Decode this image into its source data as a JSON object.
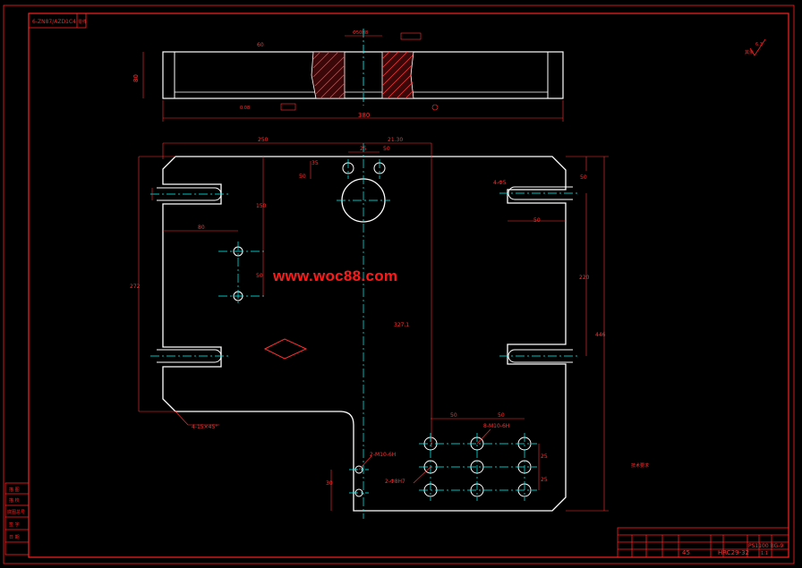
{
  "colors": {
    "background": "#000000",
    "frame": "#ff2020",
    "part": "#ffffff",
    "centerline": "#00ffff",
    "dimension": "#ff3030",
    "hatch": "#ff4040"
  },
  "header_tag": {
    "code": "6-ZN87/AZD1C4",
    "box": "零件"
  },
  "watermark": "www.woc88.com",
  "top_view": {
    "dim_left": "80",
    "dim_width": "380",
    "dim_bore": "Φ50H8",
    "dim_top": "60"
  },
  "plan_view": {
    "dim_250": "250",
    "dim_2130": "21.30",
    "dim_25": "25",
    "dim_50a": "50",
    "dim_50b": "50",
    "dim_35": "35",
    "dim_80": "80",
    "dim_150": "150",
    "dim_50c": "50",
    "dim_272": "272",
    "dim_220": "220",
    "dim_446": "446",
    "dim_50d": "50",
    "dim_50e": "50",
    "dim_3271": "327.1",
    "holes_label": "4-Φ5",
    "corner_label": "4-15×45°",
    "bolt_label": "8-M10-6H",
    "pin_label": "2-Φ8H7",
    "m10_label": "2-M10-6H",
    "dim_bot_50a": "50",
    "dim_bot_50b": "50",
    "dim_bot_25a": "25",
    "dim_bot_25b": "25",
    "dim_bot_30": "30"
  },
  "roughness_note": "其余",
  "tech_note": "技术要求",
  "left_labels": [
    "描 图",
    "描 校",
    "底图总号",
    "签 字",
    "日 期"
  ],
  "title_block": {
    "material": "45",
    "hardness": "HRC29-32",
    "drawing_no": "PS1100 BG-9",
    "scale": "1:1"
  }
}
